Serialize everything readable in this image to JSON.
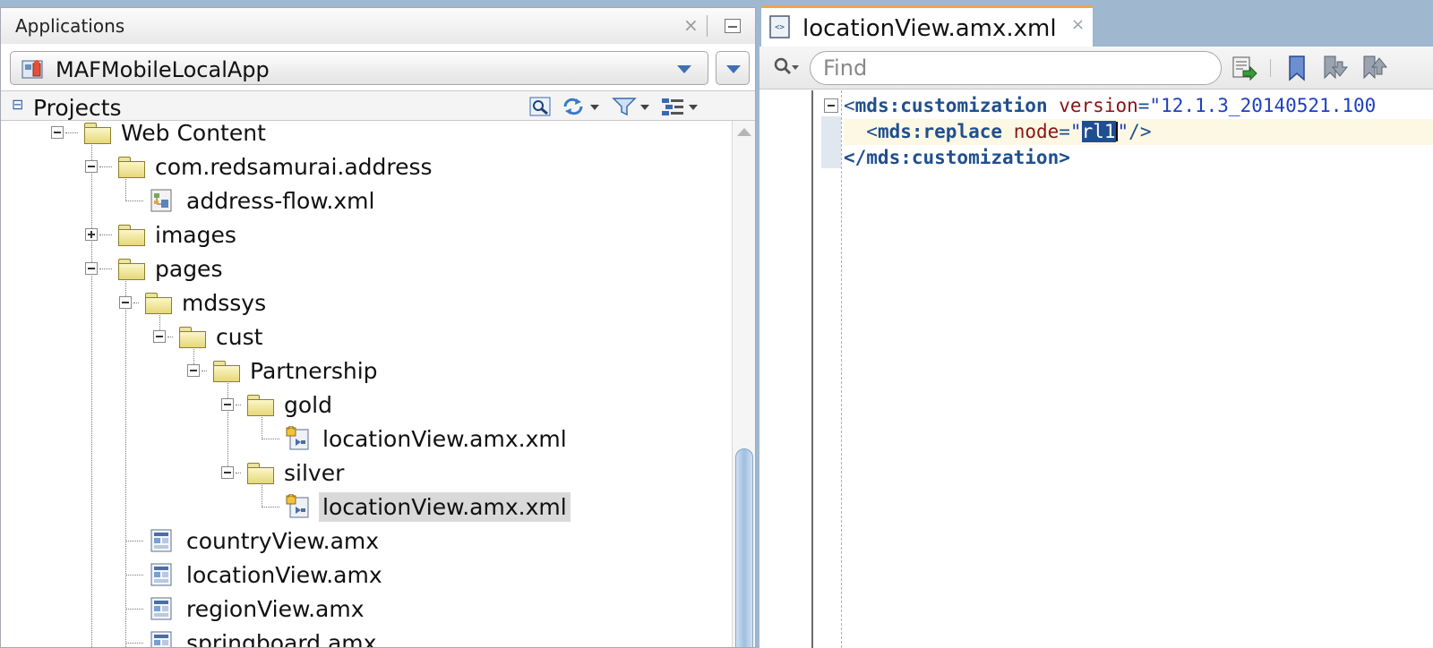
{
  "applications_panel": {
    "title": "Applications",
    "close_glyph": "×",
    "app_selector": {
      "value": "MAFMobileLocalApp",
      "icon": "application-icon"
    },
    "projects": {
      "label": "Projects",
      "tools": [
        "search-icon",
        "sync-icon",
        "filter-icon",
        "options-icon"
      ]
    },
    "tree": [
      {
        "label": "Web Content",
        "type": "folder",
        "depth": 0,
        "expanded": true
      },
      {
        "label": "com.redsamurai.address",
        "type": "folder",
        "depth": 1,
        "expanded": true
      },
      {
        "label": "address-flow.xml",
        "type": "file",
        "icon": "task-flow-file-icon",
        "depth": 2
      },
      {
        "label": "images",
        "type": "folder",
        "depth": 1,
        "expanded": false
      },
      {
        "label": "pages",
        "type": "folder",
        "depth": 1,
        "expanded": true
      },
      {
        "label": "mdssys",
        "type": "folder",
        "depth": 2,
        "expanded": true
      },
      {
        "label": "cust",
        "type": "folder",
        "depth": 3,
        "expanded": true
      },
      {
        "label": "Partnership",
        "type": "folder",
        "depth": 4,
        "expanded": true
      },
      {
        "label": "gold",
        "type": "folder",
        "depth": 5,
        "expanded": true
      },
      {
        "label": "locationView.amx.xml",
        "type": "file",
        "icon": "customization-file-icon",
        "depth": 6
      },
      {
        "label": "silver",
        "type": "folder",
        "depth": 5,
        "expanded": true
      },
      {
        "label": "locationView.amx.xml",
        "type": "file",
        "icon": "customization-file-icon",
        "depth": 6,
        "selected": true
      },
      {
        "label": "countryView.amx",
        "type": "file",
        "icon": "amx-page-icon",
        "depth": 2
      },
      {
        "label": "locationView.amx",
        "type": "file",
        "icon": "amx-page-icon",
        "depth": 2
      },
      {
        "label": "regionView.amx",
        "type": "file",
        "icon": "amx-page-icon",
        "depth": 2
      },
      {
        "label": "springboard.amx",
        "type": "file",
        "icon": "amx-page-icon",
        "depth": 2
      }
    ]
  },
  "editor": {
    "tab": {
      "title": "locationView.amx.xml",
      "icon": "xml-file-icon",
      "close_glyph": "×"
    },
    "toolbar": {
      "find_placeholder": "Find",
      "tools": [
        "find-options-icon",
        "goto-line-icon",
        "bookmark-icon",
        "next-bookmark-icon",
        "previous-bookmark-icon"
      ]
    },
    "code": {
      "line1": {
        "open": "<",
        "tag": "mds:customization",
        "attr": "version",
        "eq": "=",
        "value": "\"12.1.3_20140521.100"
      },
      "line2": {
        "indent": "  ",
        "open": "<",
        "tag": "mds:replace",
        "attr": "node",
        "eq": "=",
        "quote_open": "\"",
        "selected": "rl1",
        "quote_close": "\"",
        "close": "/>"
      },
      "line3": {
        "text": "</mds:customization>"
      }
    }
  },
  "colors": {
    "background": "#9fb7cf",
    "tab_accent": "#f0a640",
    "xml_tag": "#1f4f8f",
    "xml_attr": "#8a1414",
    "xml_value": "#1f3fbf",
    "selection": "#1f4f8f"
  }
}
